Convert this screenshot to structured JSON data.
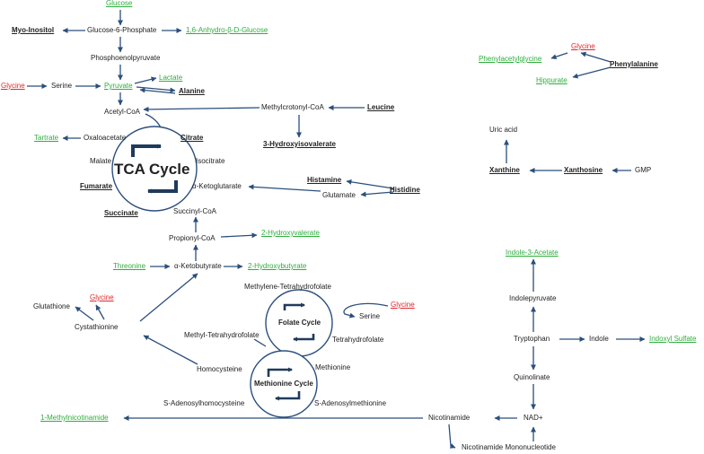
{
  "colors": {
    "arrow": "#2b4f7c",
    "cycle_icon": "#1f3b5c",
    "highlight_green": "#2fae3c",
    "highlight_red": "#e0262b",
    "text": "#222222"
  },
  "cycles": {
    "tca": "TCA Cycle",
    "folate": "Folate Cycle",
    "methionine": "Methionine Cycle"
  },
  "nodes": {
    "glucose": "Glucose",
    "myo_inositol": "Myo-Inositol",
    "glucose_6_phosphate": "Glucose-6-Phosphate",
    "anhydro_glucose": "1,6-Anhydro-β-D-Glucose",
    "phosphoenolpyruvate": "Phosphoenolpyruvate",
    "lactate": "Lactate",
    "glycine_left": "Glycine",
    "serine_top": "Serine",
    "pyruvate": "Pyruvate",
    "alanine": "Alanine",
    "acetyl_coa": "Acetyl-CoA",
    "methylcrotonyl_coa": "Methylcrotonyl-CoA",
    "leucine": "Leucine",
    "hydroxyisovalerate": "3-Hydroxyisovalerate",
    "tartrate": "Tartrate",
    "oxaloacetate": "Oxaloacetate",
    "citrate": "Citrate",
    "malate": "Malate",
    "isocitrate": "Isocitrate",
    "fumarate": "Fumarate",
    "ketoglutarate": "α-Ketoglutarate",
    "succinate": "Succinate",
    "succinyl_coa": "Succinyl-CoA",
    "histamine": "Histamine",
    "histidine": "Histidine",
    "glutamate": "Glutamate",
    "propionyl_coa": "Propionyl-CoA",
    "hydroxyvalerate": "2-Hydroxyvalerate",
    "threonine": "Threonine",
    "ketobutyrate": "α-Ketobutyrate",
    "hydroxybutyrate": "2-Hydroxybutyrate",
    "glutathione": "Glutathione",
    "glycine_cys": "Glycine",
    "cystathionine": "Cystathionine",
    "methylene_thf": "Methylene-Tetrahydrofolate",
    "glycine_folate": "Glycine",
    "serine_folate": "Serine",
    "methyl_thf": "Methyl-Tetrahydrofolate",
    "thf": "Tetrahydrofolate",
    "homocysteine": "Homocysteine",
    "methionine": "Methionine",
    "sah": "S-Adenosylhomocysteine",
    "sam": "S-Adenosylmethionine",
    "methylnicotinamide": "1-Methylnicotinamide",
    "nicotinamide": "Nicotinamide",
    "nad": "NAD+",
    "nmn": "Nicotinamide Mononucleotide",
    "glycine_phe": "Glycine",
    "phenylacetylglycine": "Phenylacetylglycine",
    "phenylalanine": "Phenylalanine",
    "hippurate": "Hippurate",
    "uric_acid": "Uric acid",
    "xanthine": "Xanthine",
    "xanthosine": "Xanthosine",
    "gmp": "GMP",
    "indole_3_acetate": "Indole-3-Acetate",
    "indolepyruvate": "Indolepyruvate",
    "tryptophan": "Tryptophan",
    "indole": "Indole",
    "indoxyl_sulfate": "Indoxyl Sulfate",
    "quinolinate": "Quinolinate"
  }
}
